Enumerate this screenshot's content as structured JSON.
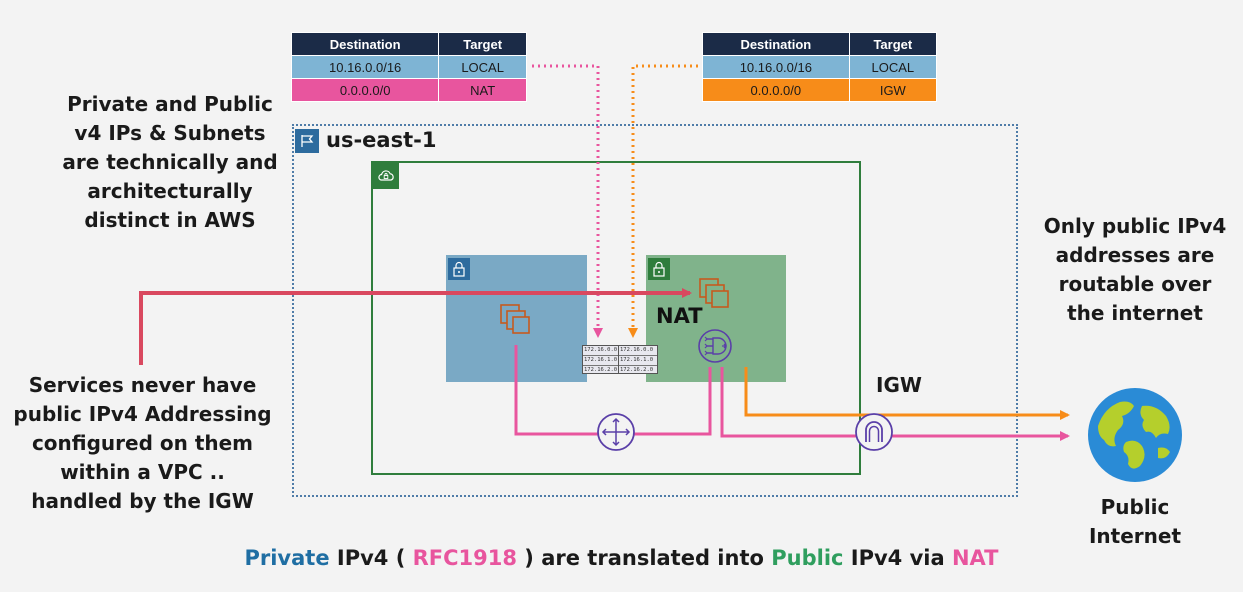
{
  "route_table_private": {
    "headers": [
      "Destination",
      "Target"
    ],
    "rows": [
      {
        "destination": "10.16.0.0/16",
        "target": "LOCAL"
      },
      {
        "destination": "0.0.0.0/0",
        "target": "NAT"
      }
    ]
  },
  "route_table_public": {
    "headers": [
      "Destination",
      "Target"
    ],
    "rows": [
      {
        "destination": "10.16.0.0/16",
        "target": "LOCAL"
      },
      {
        "destination": "0.0.0.0/0",
        "target": "IGW"
      }
    ]
  },
  "left_text": {
    "top_lines": [
      "Private and Public",
      "v4 IPs & Subnets",
      "are technically and",
      "architecturally",
      "distinct in AWS"
    ],
    "bottom_lines": [
      "Services never have",
      "public IPv4 Addressing",
      "configured on them",
      "within a VPC ..",
      "handled by the IGW"
    ]
  },
  "right_text": {
    "top_lines": [
      "Only public IPv4",
      "addresses are",
      "routable over",
      "the internet"
    ],
    "bottom_lines": [
      "Public",
      "Internet"
    ]
  },
  "region": {
    "label": "us-east-1"
  },
  "labels": {
    "nat": "NAT",
    "igw": "IGW"
  },
  "mini_route_tables": {
    "left": [
      "172.16.0.0",
      "172.16.1.0",
      "172.16.2.0"
    ],
    "right": [
      "172.16.0.0",
      "172.16.1.0",
      "172.16.2.0"
    ]
  },
  "caption": {
    "private": "Private",
    "part1": " IPv4 ( ",
    "rfc": "RFC1918",
    "part2": " ) are translated into ",
    "public": "Public",
    "part3": " IPv4 via ",
    "nat": "NAT"
  },
  "colors": {
    "pink": "#e8559e",
    "orange": "#f78c19",
    "red": "#d9485f",
    "navy": "#1b2b47",
    "vpc_green": "#2f7d3c",
    "region_blue": "#4f7ca8"
  }
}
